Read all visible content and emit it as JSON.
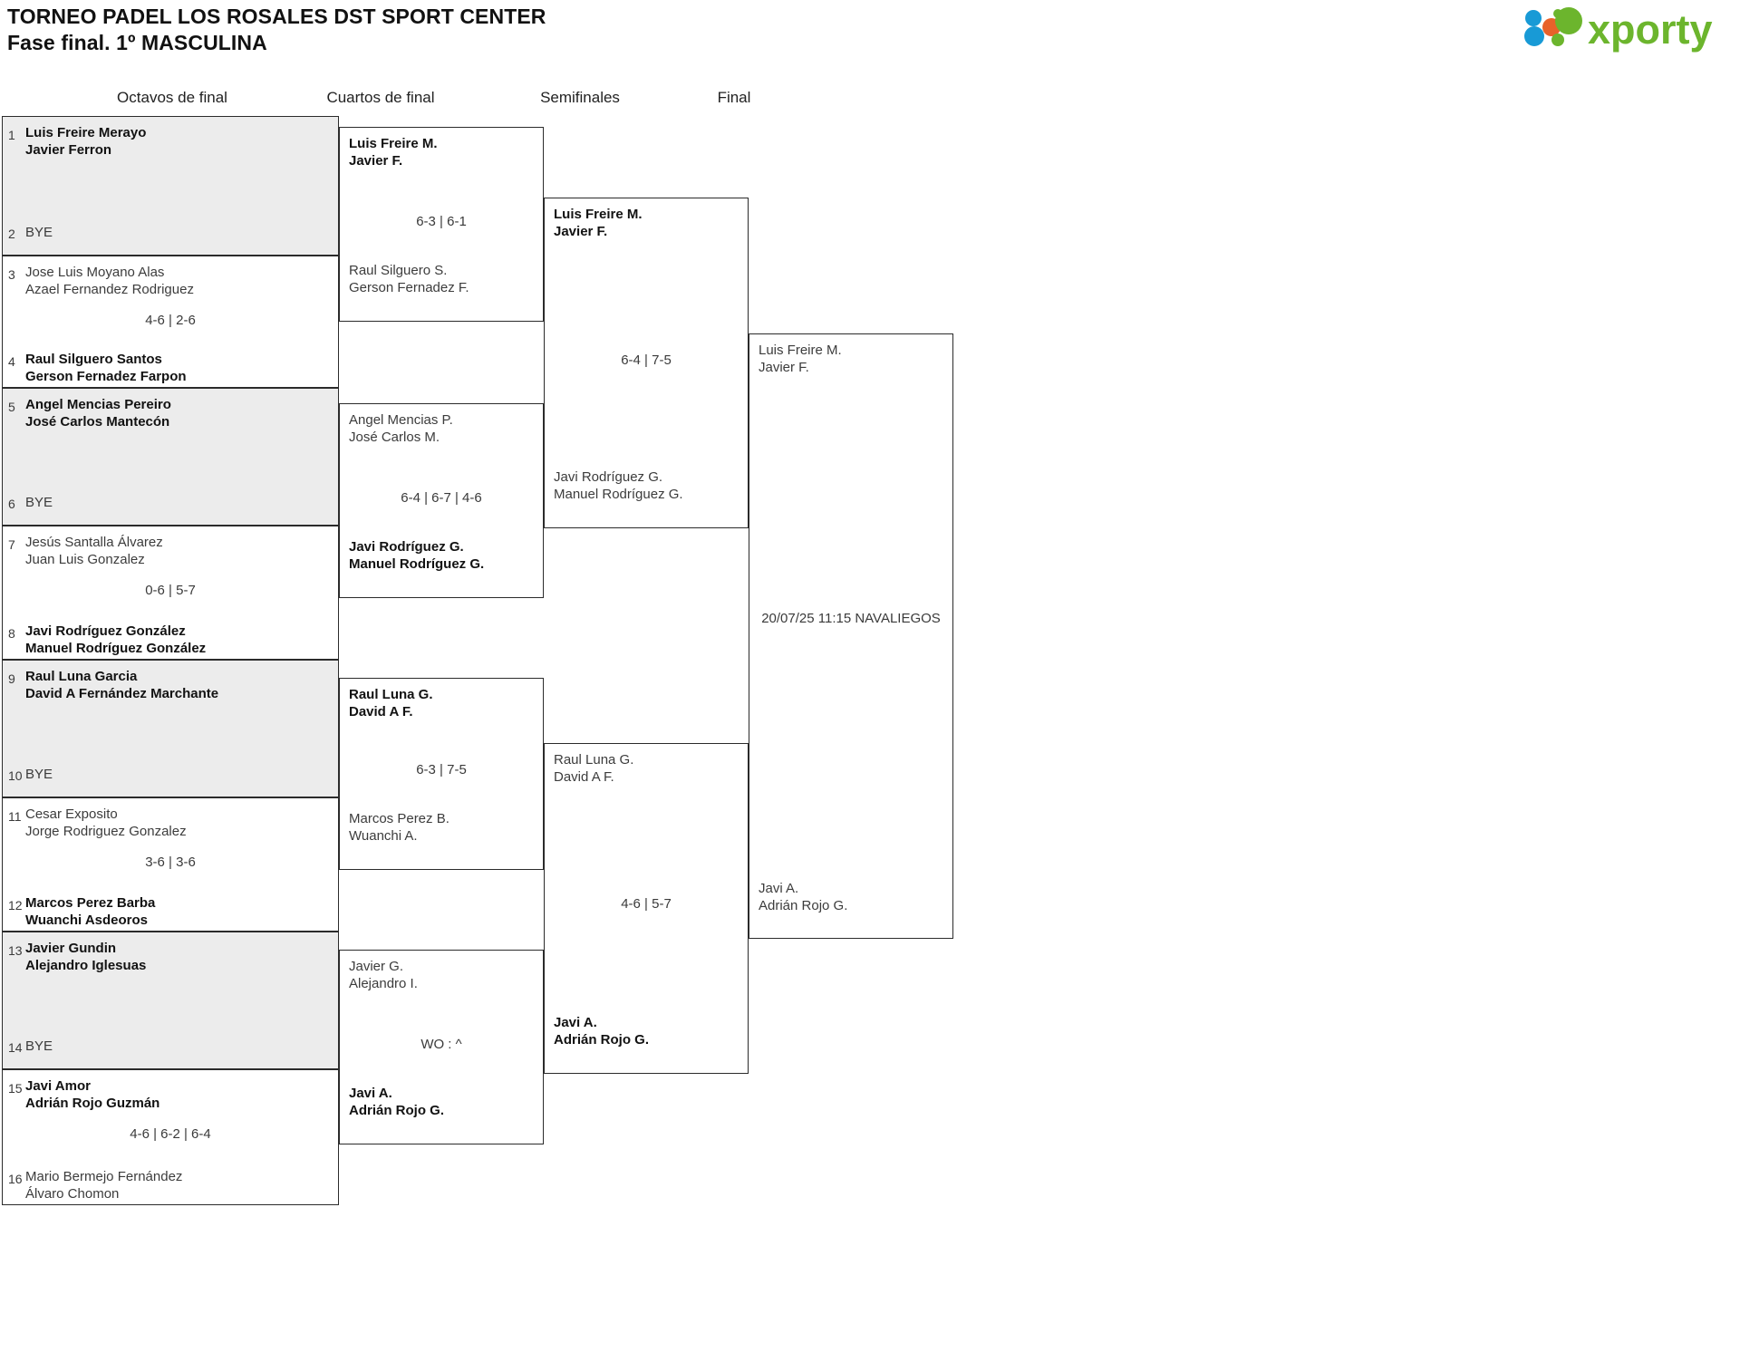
{
  "header": {
    "title_line1": "TORNEO PADEL LOS ROSALES DST SPORT CENTER",
    "title_line2": "Fase final. 1º MASCULINA",
    "logo_text": "xporty",
    "logo_colors": {
      "green": "#6cb52d",
      "orange": "#e8622a",
      "blue": "#189ad6"
    }
  },
  "rounds": [
    {
      "label": "Octavos de final"
    },
    {
      "label": "Cuartos de final"
    },
    {
      "label": "Semifinales"
    },
    {
      "label": "Final"
    }
  ],
  "r16": {
    "slots": [
      {
        "seed": "1",
        "p1": "Luis Freire Merayo",
        "p2": "Javier Ferron",
        "winner": true
      },
      {
        "seed": "2",
        "bye": "BYE"
      },
      {
        "seed": "3",
        "p1": "Jose Luis Moyano Alas",
        "p2": "Azael Fernandez Rodriguez",
        "winner": false
      },
      {
        "seed": "4",
        "p1": "Raul Silguero Santos",
        "p2": "Gerson Fernadez Farpon",
        "winner": true
      },
      {
        "seed": "5",
        "p1": "Angel Mencias Pereiro",
        "p2": "José Carlos Mantecón",
        "winner": true
      },
      {
        "seed": "6",
        "bye": "BYE"
      },
      {
        "seed": "7",
        "p1": "Jesús Santalla Álvarez",
        "p2": "Juan Luis Gonzalez",
        "winner": false
      },
      {
        "seed": "8",
        "p1": "Javi Rodríguez González",
        "p2": "Manuel Rodríguez González",
        "winner": true
      },
      {
        "seed": "9",
        "p1": "Raul Luna Garcia",
        "p2": "David A Fernández Marchante",
        "winner": true
      },
      {
        "seed": "10",
        "bye": "BYE"
      },
      {
        "seed": "11",
        "p1": "Cesar Exposito",
        "p2": "Jorge Rodriguez Gonzalez",
        "winner": false
      },
      {
        "seed": "12",
        "p1": "Marcos Perez Barba",
        "p2": "Wuanchi Asdeoros",
        "winner": true
      },
      {
        "seed": "13",
        "p1": "Javier Gundin",
        "p2": "Alejandro Iglesuas",
        "winner": true
      },
      {
        "seed": "14",
        "bye": "BYE"
      },
      {
        "seed": "15",
        "p1": "Javi Amor",
        "p2": "Adrián Rojo Guzmán",
        "winner": true
      },
      {
        "seed": "16",
        "p1": "Mario Bermejo Fernández",
        "p2": "Álvaro Chomon",
        "winner": false
      }
    ],
    "scores": [
      "4-6 | 2-6",
      "0-6 | 5-7",
      "3-6 | 3-6",
      "4-6 | 6-2 | 6-4"
    ]
  },
  "qf": {
    "slots": [
      {
        "p1": "Luis Freire M.",
        "p2": "Javier F.",
        "winner": true
      },
      {
        "p1": "Raul Silguero S.",
        "p2": "Gerson Fernadez F.",
        "winner": false
      },
      {
        "p1": "Angel Mencias P.",
        "p2": "José Carlos M.",
        "winner": false
      },
      {
        "p1": "Javi Rodríguez G.",
        "p2": "Manuel Rodríguez G.",
        "winner": true
      },
      {
        "p1": "Raul Luna G.",
        "p2": "David A F.",
        "winner": true
      },
      {
        "p1": "Marcos Perez B.",
        "p2": "Wuanchi A.",
        "winner": false
      },
      {
        "p1": "Javier G.",
        "p2": "Alejandro I.",
        "winner": false
      },
      {
        "p1": "Javi A.",
        "p2": "Adrián Rojo G.",
        "winner": true
      }
    ],
    "scores": [
      "6-3 | 6-1",
      "6-4 | 6-7 | 4-6",
      "6-3 | 7-5",
      "WO : ^"
    ]
  },
  "sf": {
    "slots": [
      {
        "p1": "Luis Freire M.",
        "p2": "Javier F.",
        "winner": true
      },
      {
        "p1": "Javi Rodríguez G.",
        "p2": "Manuel Rodríguez G.",
        "winner": false
      },
      {
        "p1": "Raul Luna G.",
        "p2": "David A F.",
        "winner": false
      },
      {
        "p1": "Javi A.",
        "p2": "Adrián Rojo G.",
        "winner": true
      }
    ],
    "scores": [
      "6-4 | 7-5",
      "4-6 | 5-7"
    ]
  },
  "final": {
    "slots": [
      {
        "p1": "Luis Freire M.",
        "p2": "Javier F.",
        "winner": false
      },
      {
        "p1": "Javi A.",
        "p2": "Adrián Rojo G.",
        "winner": false
      }
    ],
    "schedule": "20/07/25 11:15 NAVALIEGOS"
  }
}
